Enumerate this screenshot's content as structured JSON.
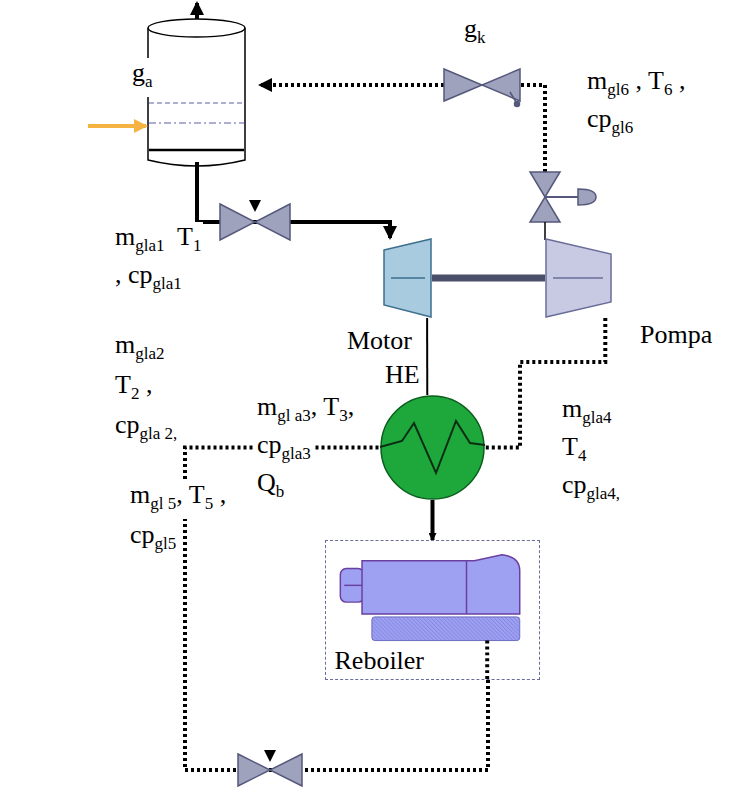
{
  "diagram": {
    "nodes": [
      {
        "text": [
          "Motor"
        ]
      },
      {
        "text": [
          "Pompa"
        ]
      },
      {
        "text": [
          "HE"
        ]
      },
      {
        "text": [
          "Reboiler"
        ]
      }
    ],
    "edges": [
      {
        "from": 0,
        "to": 2,
        "arrow": "none"
      },
      {
        "from": 0,
        "to": 1,
        "arrow": "none"
      },
      {
        "from": 1,
        "to": 2,
        "arrow": "none"
      },
      {
        "from": 2,
        "to": 3,
        "arrow": "to"
      },
      {
        "from": 3,
        "to": 2,
        "arrow": "none"
      }
    ],
    "labels": [
      "g",
      "a",
      "g",
      "k",
      "m",
      "gl6",
      " , T",
      "6",
      " ,",
      "cp",
      "gl6",
      "m",
      "gla1",
      "  T",
      "1",
      ", cp",
      "gla1",
      "m",
      "gla2",
      "T",
      "2",
      " ,",
      "cp",
      "gla 2,",
      "m",
      "gl a3",
      ", T",
      "3",
      ",",
      "cp",
      "gla3",
      "Q",
      "b",
      "m",
      "gla4",
      "T",
      "4",
      "cp",
      "gla4,",
      "m",
      "gl 5",
      ", T",
      "5",
      " ,",
      "cp",
      "gl5"
    ]
  }
}
